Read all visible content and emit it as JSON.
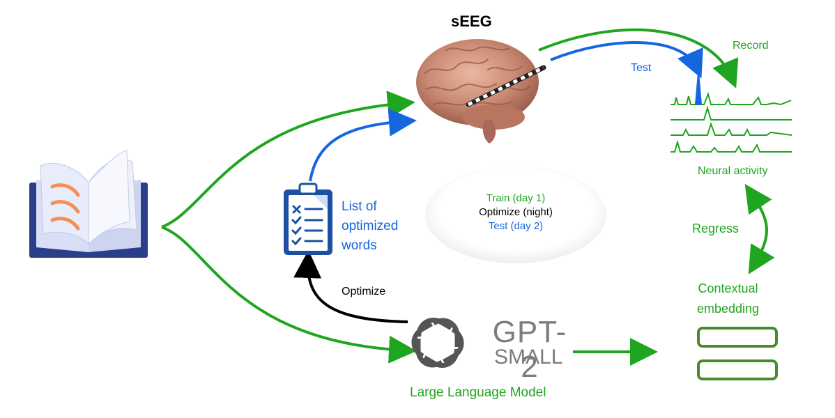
{
  "labels": {
    "seeg": "sEEG",
    "record": "Record",
    "test": "Test",
    "neural_activity": "Neural activity",
    "regress": "Regress",
    "contextual_embedding_line1": "Contextual",
    "contextual_embedding_line2": "embedding",
    "large_language_model": "Large Language Model",
    "optimize": "Optimize",
    "list_of_optimized_words": "List of optimized words"
  },
  "schedule": {
    "train": "Train (day 1)",
    "optimize": "Optimize (night)",
    "test": "Test (day 2)"
  },
  "gpt2": {
    "main": "GPT-2",
    "sub": "SMALL"
  },
  "colors": {
    "green": "#1fa51f",
    "blue": "#1666e0",
    "black": "#000000",
    "book_cover": "#2b3e8c",
    "clipboard": "#1d4fa3",
    "embedding_box": "#4a8a2a"
  },
  "icons": [
    "book-icon",
    "brain-icon",
    "electrode-icon",
    "clipboard-icon",
    "openai-logo-icon",
    "embedding-icon"
  ]
}
